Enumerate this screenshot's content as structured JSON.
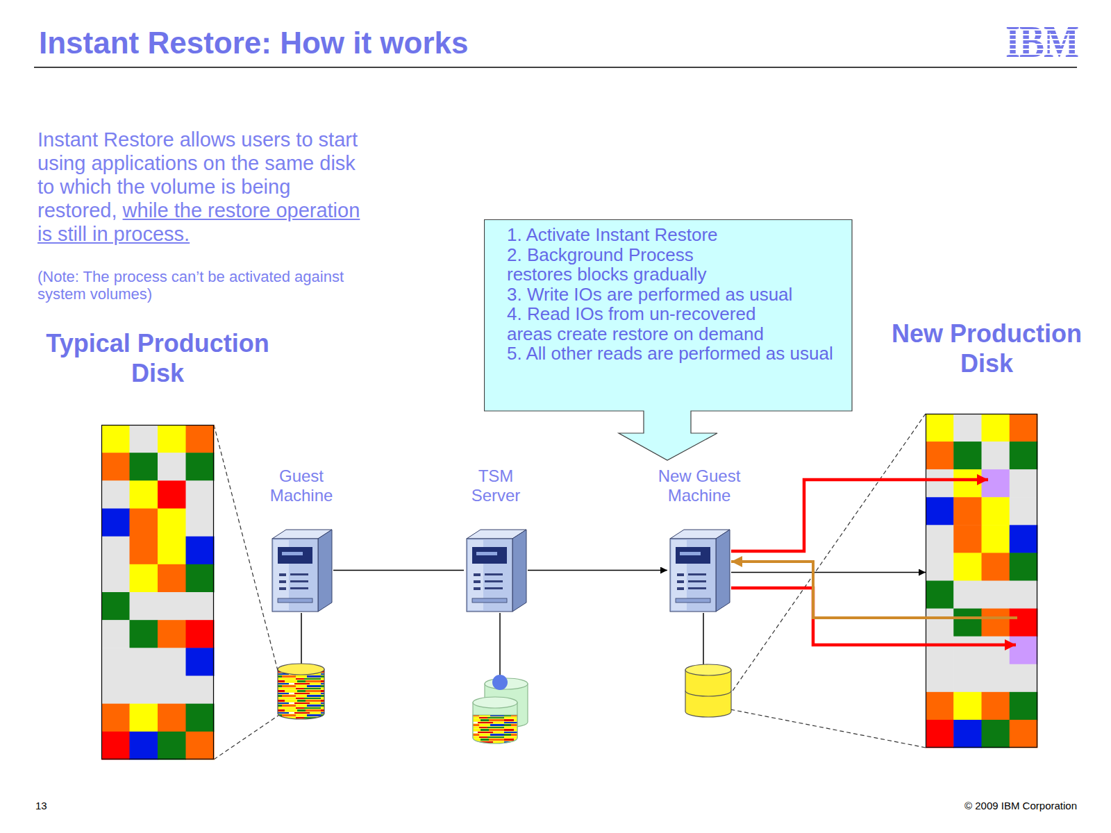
{
  "diagram": {
    "title": "Instant Restore: How it works",
    "nodes": [
      {
        "text": [
          "Typical Production Disk"
        ]
      },
      {
        "text": [
          "Guest Machine"
        ]
      },
      {
        "text": [
          "TSM Server"
        ]
      },
      {
        "text": [
          "1. Activate Instant Restore",
          "2. Background Process restores blocks gradually",
          "3. Write IOs are performed as usual",
          "4. Read IOs from un-recovered areas create restore on demand",
          "5. All other reads are performed as usual"
        ]
      },
      {
        "text": [
          "New Guest Machine"
        ]
      },
      {
        "text": [
          "New Production Disk"
        ]
      }
    ],
    "edges": [
      {
        "from": 1,
        "to": 2,
        "arrow": "none"
      },
      {
        "from": 2,
        "to": 4,
        "arrow": "to"
      },
      {
        "from": 4,
        "to": 5,
        "arrow": "to"
      },
      {
        "from": 4,
        "to": 5,
        "arrow": "to"
      },
      {
        "from": 4,
        "to": 5,
        "arrow": "to"
      },
      {
        "from": 5,
        "to": 4,
        "arrow": "to"
      }
    ],
    "labels": [
      "IBM",
      "Instant Restore allows users to start using applications on the same disk to which the volume is being restored,",
      "while the restore operation is still in process.",
      "(Note: The process can’t be activated against system volumes)",
      "13",
      "© 2009 IBM Corporation"
    ]
  }
}
